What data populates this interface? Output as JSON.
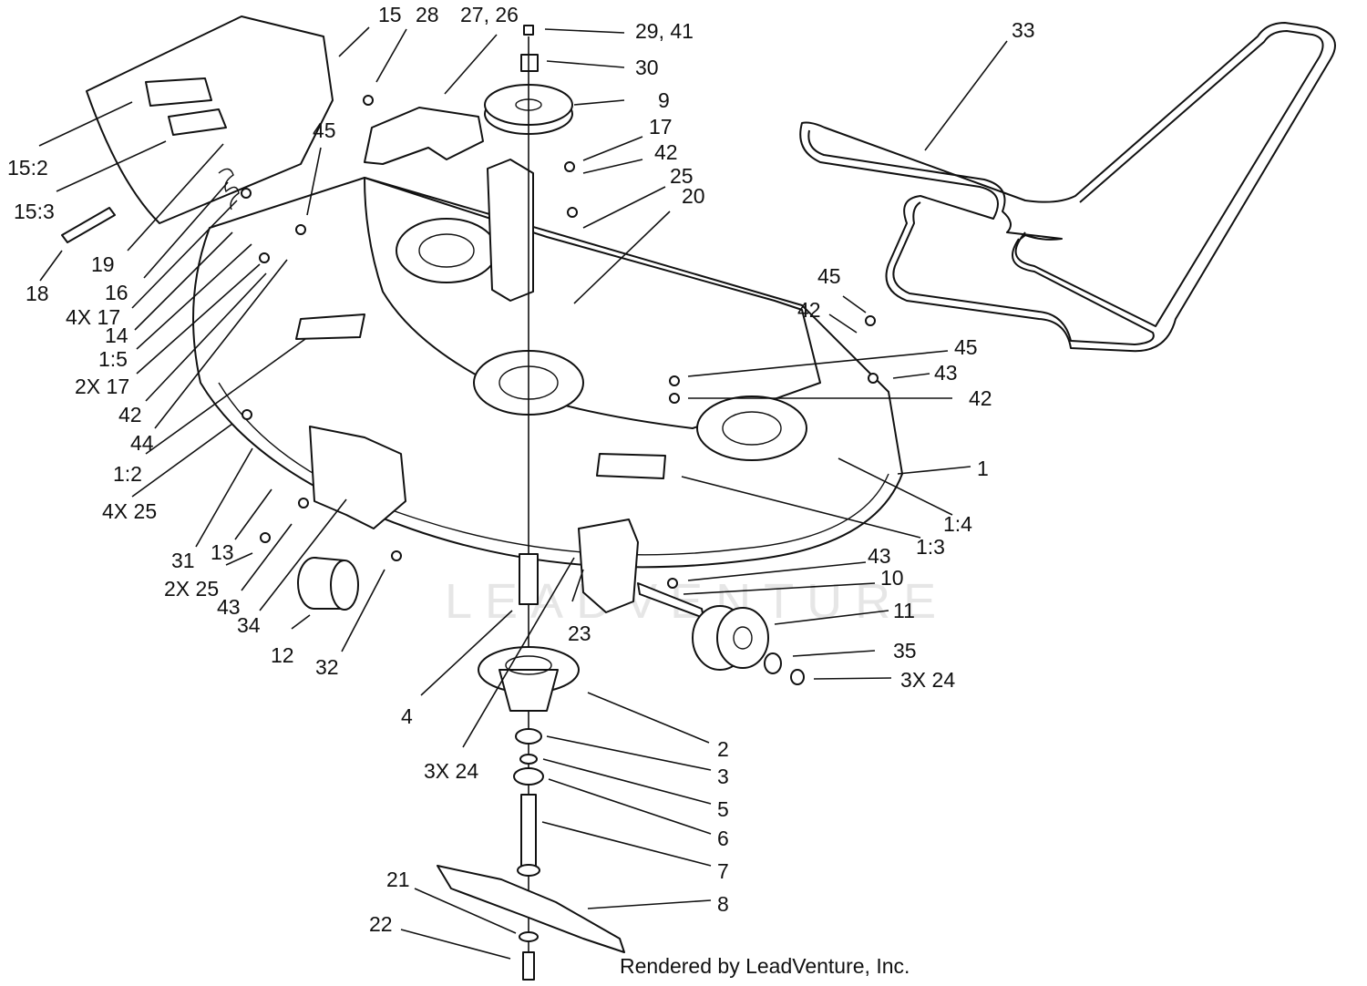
{
  "callouts": [
    {
      "id": "15",
      "text": "15"
    },
    {
      "id": "28",
      "text": "28"
    },
    {
      "id": "27-26",
      "text": "27, 26"
    },
    {
      "id": "29-41",
      "text": "29, 41"
    },
    {
      "id": "30",
      "text": "30"
    },
    {
      "id": "9",
      "text": "9"
    },
    {
      "id": "17a",
      "text": "17"
    },
    {
      "id": "42a",
      "text": "42"
    },
    {
      "id": "25a",
      "text": "25"
    },
    {
      "id": "20",
      "text": "20"
    },
    {
      "id": "33",
      "text": "33"
    },
    {
      "id": "45a",
      "text": "45"
    },
    {
      "id": "15-2",
      "text": "15:2"
    },
    {
      "id": "15-3",
      "text": "15:3"
    },
    {
      "id": "18",
      "text": "18"
    },
    {
      "id": "19",
      "text": "19"
    },
    {
      "id": "16",
      "text": "16"
    },
    {
      "id": "4x17",
      "text": "4X 17"
    },
    {
      "id": "14",
      "text": "14"
    },
    {
      "id": "1-5",
      "text": "1:5"
    },
    {
      "id": "2x17",
      "text": "2X 17"
    },
    {
      "id": "42b",
      "text": "42"
    },
    {
      "id": "44",
      "text": "44"
    },
    {
      "id": "1-2",
      "text": "1:2"
    },
    {
      "id": "4x25",
      "text": "4X 25"
    },
    {
      "id": "31",
      "text": "31"
    },
    {
      "id": "13",
      "text": "13"
    },
    {
      "id": "2x25",
      "text": "2X 25"
    },
    {
      "id": "43a",
      "text": "43"
    },
    {
      "id": "34",
      "text": "34"
    },
    {
      "id": "12",
      "text": "12"
    },
    {
      "id": "32",
      "text": "32"
    },
    {
      "id": "45b",
      "text": "45"
    },
    {
      "id": "42c",
      "text": "42"
    },
    {
      "id": "45c",
      "text": "45"
    },
    {
      "id": "43b",
      "text": "43"
    },
    {
      "id": "42d",
      "text": "42"
    },
    {
      "id": "1",
      "text": "1"
    },
    {
      "id": "1-4",
      "text": "1:4"
    },
    {
      "id": "1-3",
      "text": "1:3"
    },
    {
      "id": "43c",
      "text": "43"
    },
    {
      "id": "10",
      "text": "10"
    },
    {
      "id": "11",
      "text": "11"
    },
    {
      "id": "23",
      "text": "23"
    },
    {
      "id": "35",
      "text": "35"
    },
    {
      "id": "3x24a",
      "text": "3X 24"
    },
    {
      "id": "4",
      "text": "4"
    },
    {
      "id": "2",
      "text": "2"
    },
    {
      "id": "3",
      "text": "3"
    },
    {
      "id": "3x24b",
      "text": "3X 24"
    },
    {
      "id": "5",
      "text": "5"
    },
    {
      "id": "6",
      "text": "6"
    },
    {
      "id": "7",
      "text": "7"
    },
    {
      "id": "21",
      "text": "21"
    },
    {
      "id": "8",
      "text": "8"
    },
    {
      "id": "22",
      "text": "22"
    }
  ],
  "credit": "Rendered by LeadVenture, Inc.",
  "watermark": "LEADVENTURE",
  "colors": {
    "ink": "#111111",
    "paper": "#ffffff",
    "watermark": "#e6e6e6"
  }
}
